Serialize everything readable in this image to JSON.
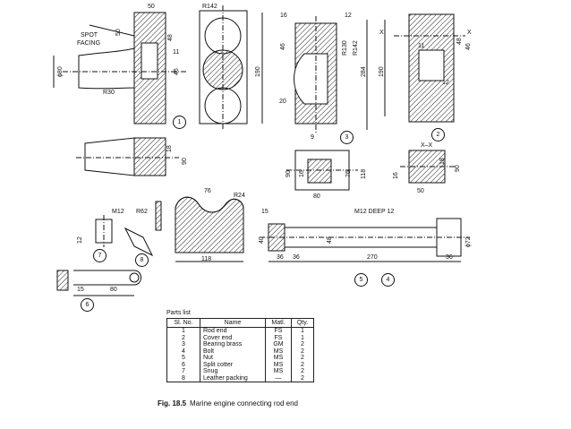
{
  "figure": {
    "caption_number": "Fig. 18.5",
    "caption_text": "Marine engine connecting rod end"
  },
  "dimensions": {
    "d50": "50",
    "r142": "R142",
    "spot": "SPOT",
    "facing": "FACING",
    "d50b": "50",
    "d48": "48",
    "d11": "11",
    "d46": "46",
    "d80": "ϕ80",
    "r30": "R30",
    "d190": "190",
    "d16": "16",
    "d12": "12",
    "d46b": "46",
    "r130": "R130",
    "r142b": "R142",
    "d284": "284",
    "d20": "20",
    "d9": "9",
    "x1": "X",
    "x2": "X",
    "d11b": "11",
    "d48b": "48",
    "d46c": "46",
    "d190b": "190",
    "d12b": "12",
    "d18": "18",
    "d90": "90",
    "d90b": "90",
    "d16b": "16",
    "d76": "76",
    "d118": "118",
    "d80b": "80",
    "xx": "X–X",
    "d18b": "18",
    "d90c": "90",
    "d16c": "16",
    "d50c": "50",
    "d76b": "76",
    "r24": "R24",
    "m12": "M12",
    "r62": "R62",
    "d12c": "12",
    "d118b": "118",
    "d15": "15",
    "m12deep": "M12 DEEP 12",
    "d40": "40",
    "d48c": "48",
    "d72": "ϕ72",
    "d36a": "36",
    "d36b": "36",
    "d270": "270",
    "d36c": "36",
    "d15b": "15",
    "d80c": "80"
  },
  "part_markers": [
    "1",
    "2",
    "3",
    "4",
    "5",
    "6",
    "7",
    "8"
  ],
  "parts_list": {
    "title": "Parts list",
    "headers": [
      "Sl. No.",
      "Name",
      "Matl.",
      "Qty."
    ],
    "rows": [
      [
        "1",
        "Rod end",
        "FS",
        "1"
      ],
      [
        "2",
        "Cover end",
        "FS",
        "1"
      ],
      [
        "3",
        "Bearing brass",
        "GM",
        "2"
      ],
      [
        "4",
        "Bolt",
        "MS",
        "2"
      ],
      [
        "5",
        "Nut",
        "MS",
        "2"
      ],
      [
        "6",
        "Split cotter",
        "MS",
        "2"
      ],
      [
        "7",
        "Snug",
        "MS",
        "2"
      ],
      [
        "8",
        "Leather packing",
        "—",
        "2"
      ]
    ]
  }
}
